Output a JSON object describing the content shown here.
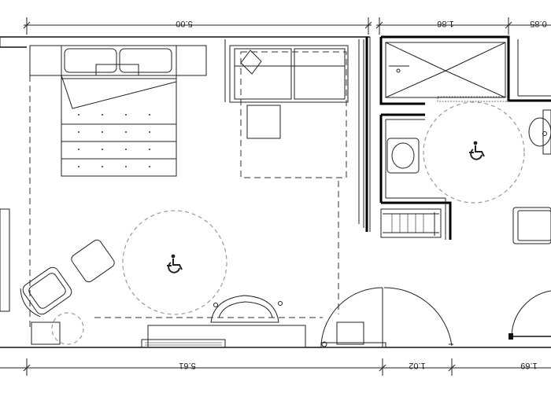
{
  "dimensions": {
    "top_room_width": "5.00",
    "top_bath_width": "1.86",
    "top_right_gap": "0.85",
    "bottom_room_width": "5.61",
    "bottom_door_width": "1.02",
    "bottom_right_width": "1.69"
  },
  "icons": {
    "accessibility": "wheelchair-icon"
  }
}
